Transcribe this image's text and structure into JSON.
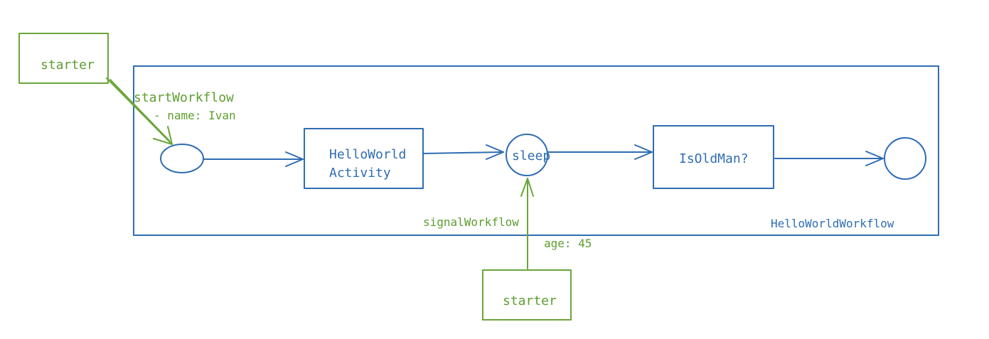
{
  "diagram": {
    "container_label": "HelloWorldWorkflow",
    "nodes": {
      "start_circle": "",
      "activity_line1": "HelloWorld",
      "activity_line2": "Activity",
      "sleep": "sleep",
      "decision": "IsOldMan?",
      "end_circle": ""
    },
    "starters": {
      "top": "starter",
      "bottom": "starter"
    },
    "annotations": {
      "start_workflow": "startWorkflow",
      "start_param": "- name: Ivan",
      "signal_workflow": "signalWorkflow",
      "signal_param": "age: 45"
    },
    "colors": {
      "workflow": "#2f6db3",
      "external": "#6aa53a"
    }
  }
}
